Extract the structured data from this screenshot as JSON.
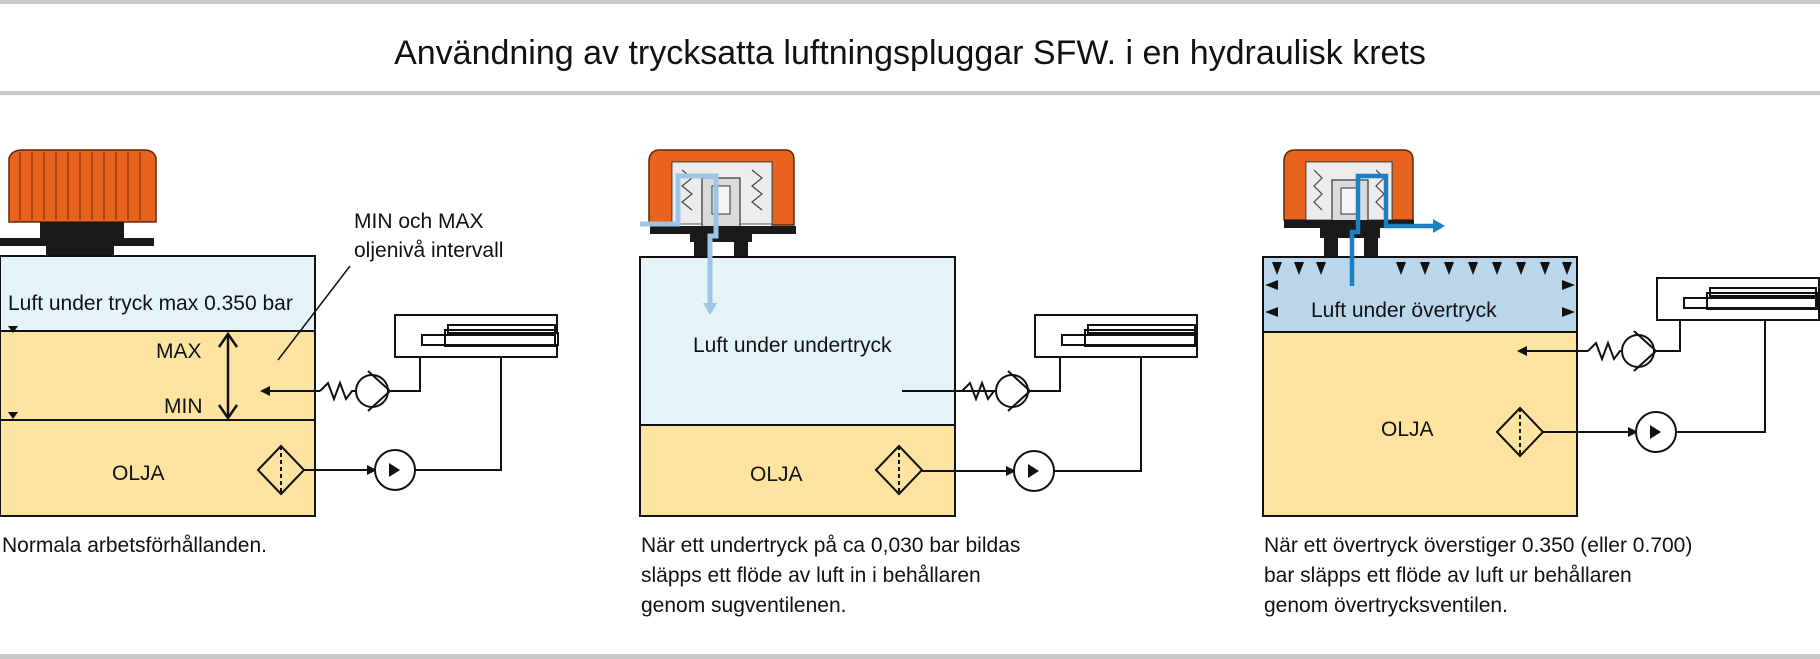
{
  "title": "Användning av trycksatta luftningspluggar SFW. i en hydraulisk krets",
  "colors": {
    "rule": "#c8c8c8",
    "cap_orange": "#e8641e",
    "air_light": "#e3f3f8",
    "air_pressure": "#b9d6ea",
    "oil": "#fce3a0",
    "flow_light": "#9ec4e6",
    "flow_dark": "#1b7fc4"
  },
  "panel1": {
    "air_label": "Luft under tryck max 0.350 bar",
    "max_label": "MAX",
    "min_label": "MIN",
    "oil_label": "OLJA",
    "annotation_line1": "MIN och MAX",
    "annotation_line2": "oljenivå intervall",
    "caption": "Normala arbetsförhållanden."
  },
  "panel2": {
    "air_label": "Luft under undertryck",
    "oil_label": "OLJA",
    "caption_line1": "När ett undertryck på ca 0,030 bar bildas",
    "caption_line2": "släpps ett flöde av luft in i behållaren",
    "caption_line3": "genom sugventilenen."
  },
  "panel3": {
    "air_label": "Luft under övertryck",
    "oil_label": "OLJA",
    "caption_line1": "När ett övertryck överstiger 0.350 (eller 0.700)",
    "caption_line2": "bar släpps ett flöde av luft ur behållaren",
    "caption_line3": "genom övertrycksventilen."
  }
}
